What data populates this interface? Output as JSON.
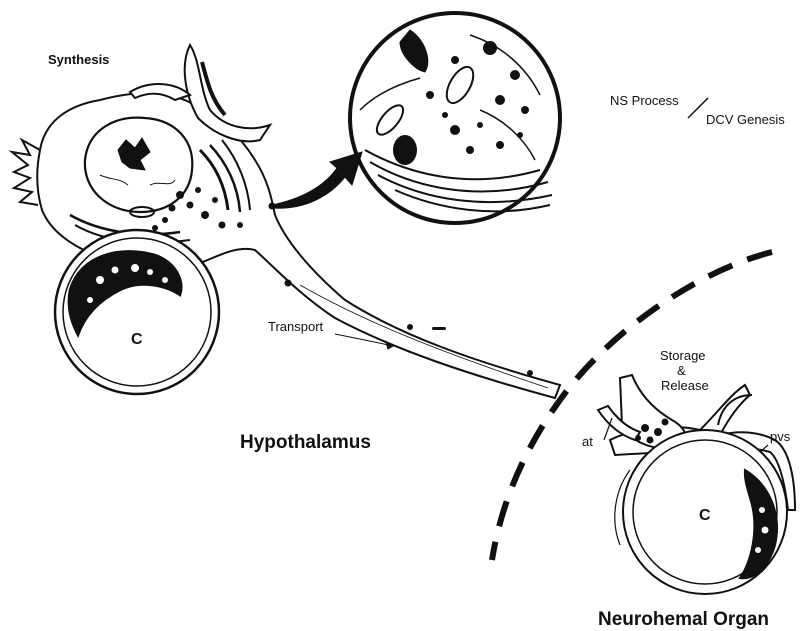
{
  "labels": {
    "synthesis": "Synthesis",
    "ns_process": "NS  Process",
    "dcv_genesis": "DCV Genesis",
    "capillary_left": "C",
    "transport": "Transport",
    "storage": "Storage",
    "ampersand": "&",
    "release": "Release",
    "at": "at",
    "pvs": "pvs",
    "hypothalamus": "Hypothalamus",
    "capillary_right": "C",
    "neurohemal_organ": "Neurohemal  Organ"
  },
  "colors": {
    "ink": "#111111",
    "paper": "#ffffff"
  }
}
